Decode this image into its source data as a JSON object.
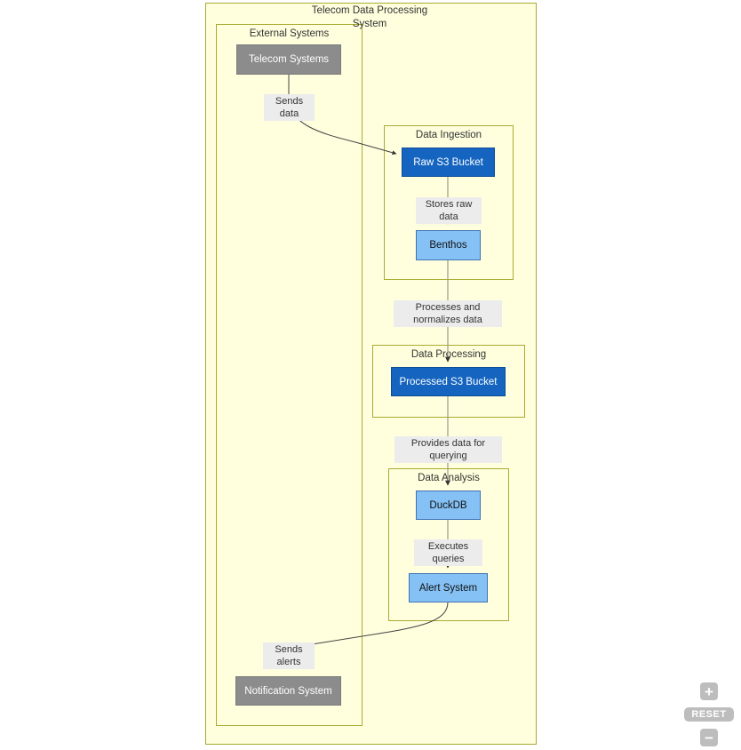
{
  "diagram": {
    "title": "Telecom Data Processing System",
    "background_color": "#ffffde",
    "border_color": "#aaaa33",
    "subgraphs": [
      {
        "id": "external",
        "label": "External Systems"
      },
      {
        "id": "ingestion",
        "label": "Data Ingestion"
      },
      {
        "id": "processing",
        "label": "Data Processing"
      },
      {
        "id": "analysis",
        "label": "Data Analysis"
      }
    ],
    "nodes": [
      {
        "id": "telecom",
        "label": "Telecom Systems",
        "style": "gray",
        "fill": "#8c8c8c",
        "text_color": "#ffffff"
      },
      {
        "id": "raws3",
        "label": "Raw S3 Bucket",
        "style": "blue-dark",
        "fill": "#1565c0",
        "text_color": "#ffffff"
      },
      {
        "id": "benthos",
        "label": "Benthos",
        "style": "blue-light",
        "fill": "#85c1f5",
        "text_color": "#111111"
      },
      {
        "id": "procs3",
        "label": "Processed S3 Bucket",
        "style": "blue-dark",
        "fill": "#1565c0",
        "text_color": "#ffffff"
      },
      {
        "id": "duckdb",
        "label": "DuckDB",
        "style": "blue-light",
        "fill": "#85c1f5",
        "text_color": "#111111"
      },
      {
        "id": "alert",
        "label": "Alert System",
        "style": "blue-light",
        "fill": "#85c1f5",
        "text_color": "#111111"
      },
      {
        "id": "notification",
        "label": "Notification System",
        "style": "gray",
        "fill": "#8c8c8c",
        "text_color": "#ffffff"
      }
    ],
    "edges": [
      {
        "id": "sends-data",
        "from": "telecom",
        "to": "raws3",
        "label": "Sends data"
      },
      {
        "id": "stores-raw",
        "from": "raws3",
        "to": "benthos",
        "label": "Stores raw data"
      },
      {
        "id": "processes",
        "from": "benthos",
        "to": "procs3",
        "label": "Processes and normalizes data"
      },
      {
        "id": "provides",
        "from": "procs3",
        "to": "duckdb",
        "label": "Provides data for querying"
      },
      {
        "id": "executes",
        "from": "duckdb",
        "to": "alert",
        "label": "Executes queries"
      },
      {
        "id": "sends-alerts",
        "from": "alert",
        "to": "notification",
        "label": "Sends alerts"
      }
    ]
  },
  "zoom_controls": {
    "zoom_in_label": "+",
    "reset_label": "RESET",
    "zoom_out_label": "−",
    "button_color": "#bdbdbd"
  }
}
